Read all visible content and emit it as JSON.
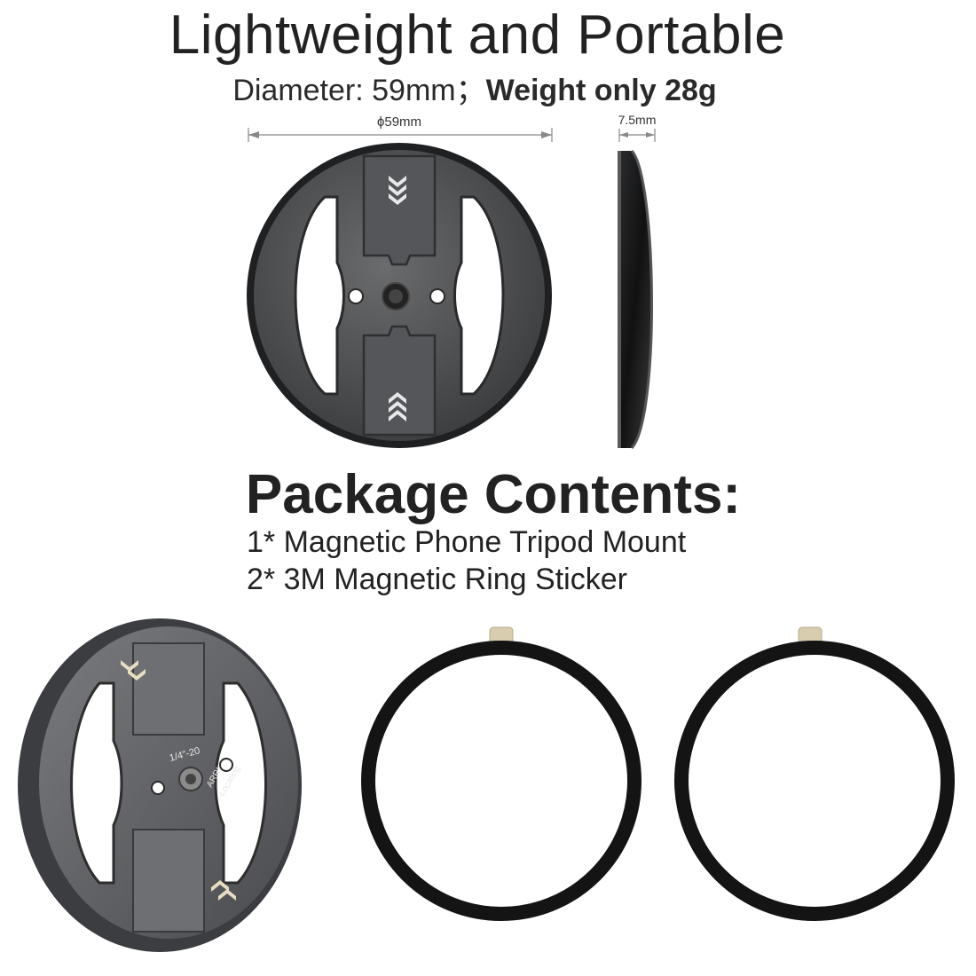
{
  "header": {
    "title": "Lightweight and Portable",
    "subtitle_diameter": "Diameter: 59mm；",
    "subtitle_weight": "Weight only 28g"
  },
  "dimensions": {
    "diameter_label": "ϕ59mm",
    "thickness_label": "7.5mm"
  },
  "package": {
    "title": "Package Contents:",
    "items": [
      "1* Magnetic Phone Tripod Mount",
      "2* 3M Magnetic Ring Sticker"
    ]
  },
  "engraving": {
    "thread": "1/4\"-20",
    "locating_line1": "ARRI",
    "locating_line2": "Locating"
  },
  "colors": {
    "mount_dark": "#3a3b3d",
    "mount_gray": "#5f6062",
    "ring_black": "#141414",
    "tab_beige": "#d9cdb0"
  }
}
